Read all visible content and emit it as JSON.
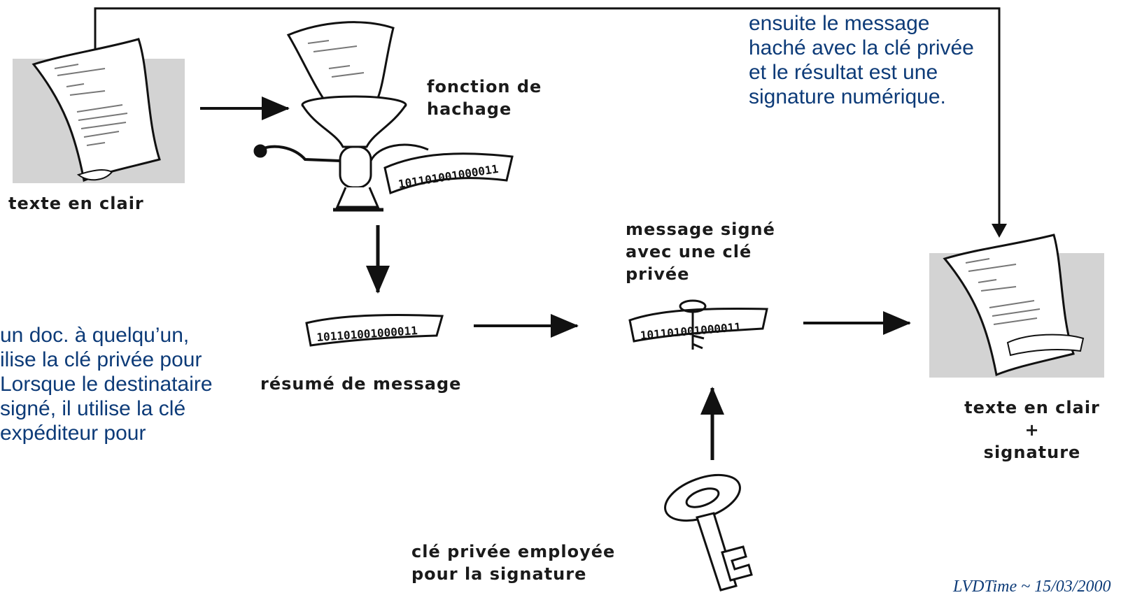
{
  "colors": {
    "arrow": "#111111",
    "text_blue": "#0d3b78",
    "paper_shadow": "#cfcfcf"
  },
  "nodes": {
    "plaintext_label": "texte en clair",
    "hash_function_label": [
      "fonction de",
      "hachage"
    ],
    "digest_label": "résumé de message",
    "signed_message_label": [
      "message signé",
      "avec une clé",
      "privée"
    ],
    "private_key_label": [
      "clé privée employée",
      "pour la signature"
    ],
    "result_label": [
      "texte en clair",
      "+",
      "signature"
    ]
  },
  "digest_bits": "101101001000011",
  "note_top_right": [
    "ensuite le message",
    "haché avec la clé privée",
    "et le résultat est une",
    "signature numérique."
  ],
  "note_left": [
    "un doc. à quelqu’un,",
    "ilise la clé privée pour",
    "Lorsque le destinataire",
    "signé, il utilise la clé",
    "expéditeur pour"
  ],
  "footer": "LVDTime ~ 15/03/2000",
  "icons": [
    "document-icon",
    "meat-grinder-icon",
    "digest-ribbon-icon",
    "key-icon"
  ]
}
